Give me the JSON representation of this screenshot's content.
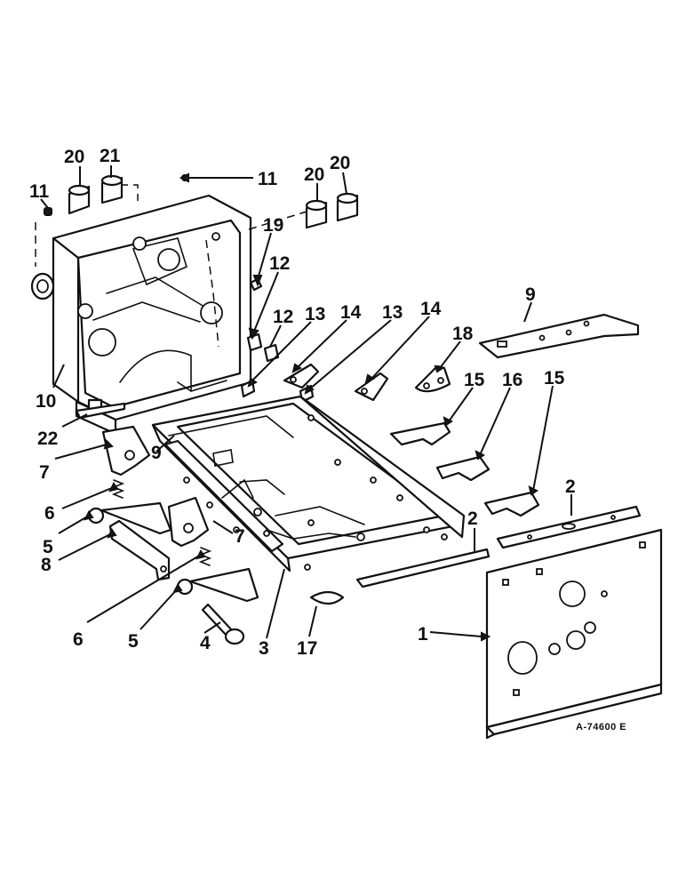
{
  "drawing_number": "A-74600 E",
  "callouts": [
    {
      "id": "c-20a",
      "label": "20"
    },
    {
      "id": "c-21",
      "label": "21"
    },
    {
      "id": "c-11a",
      "label": "11"
    },
    {
      "id": "c-11b",
      "label": "11"
    },
    {
      "id": "c-20b",
      "label": "20"
    },
    {
      "id": "c-20c",
      "label": "20"
    },
    {
      "id": "c-19",
      "label": "19"
    },
    {
      "id": "c-12a",
      "label": "12"
    },
    {
      "id": "c-12b",
      "label": "12"
    },
    {
      "id": "c-13a",
      "label": "13"
    },
    {
      "id": "c-14a",
      "label": "14"
    },
    {
      "id": "c-13b",
      "label": "13"
    },
    {
      "id": "c-14b",
      "label": "14"
    },
    {
      "id": "c-9a",
      "label": "9"
    },
    {
      "id": "c-18",
      "label": "18"
    },
    {
      "id": "c-15a",
      "label": "15"
    },
    {
      "id": "c-16",
      "label": "16"
    },
    {
      "id": "c-15b",
      "label": "15"
    },
    {
      "id": "c-10",
      "label": "10"
    },
    {
      "id": "c-22",
      "label": "22"
    },
    {
      "id": "c-9b",
      "label": "9"
    },
    {
      "id": "c-7a",
      "label": "7"
    },
    {
      "id": "c-6a",
      "label": "6"
    },
    {
      "id": "c-5a",
      "label": "5"
    },
    {
      "id": "c-8",
      "label": "8"
    },
    {
      "id": "c-7b",
      "label": "7"
    },
    {
      "id": "c-2a",
      "label": "2"
    },
    {
      "id": "c-2b",
      "label": "2"
    },
    {
      "id": "c-6b",
      "label": "6"
    },
    {
      "id": "c-5b",
      "label": "5"
    },
    {
      "id": "c-4",
      "label": "4"
    },
    {
      "id": "c-3",
      "label": "3"
    },
    {
      "id": "c-17",
      "label": "17"
    },
    {
      "id": "c-1",
      "label": "1"
    }
  ]
}
